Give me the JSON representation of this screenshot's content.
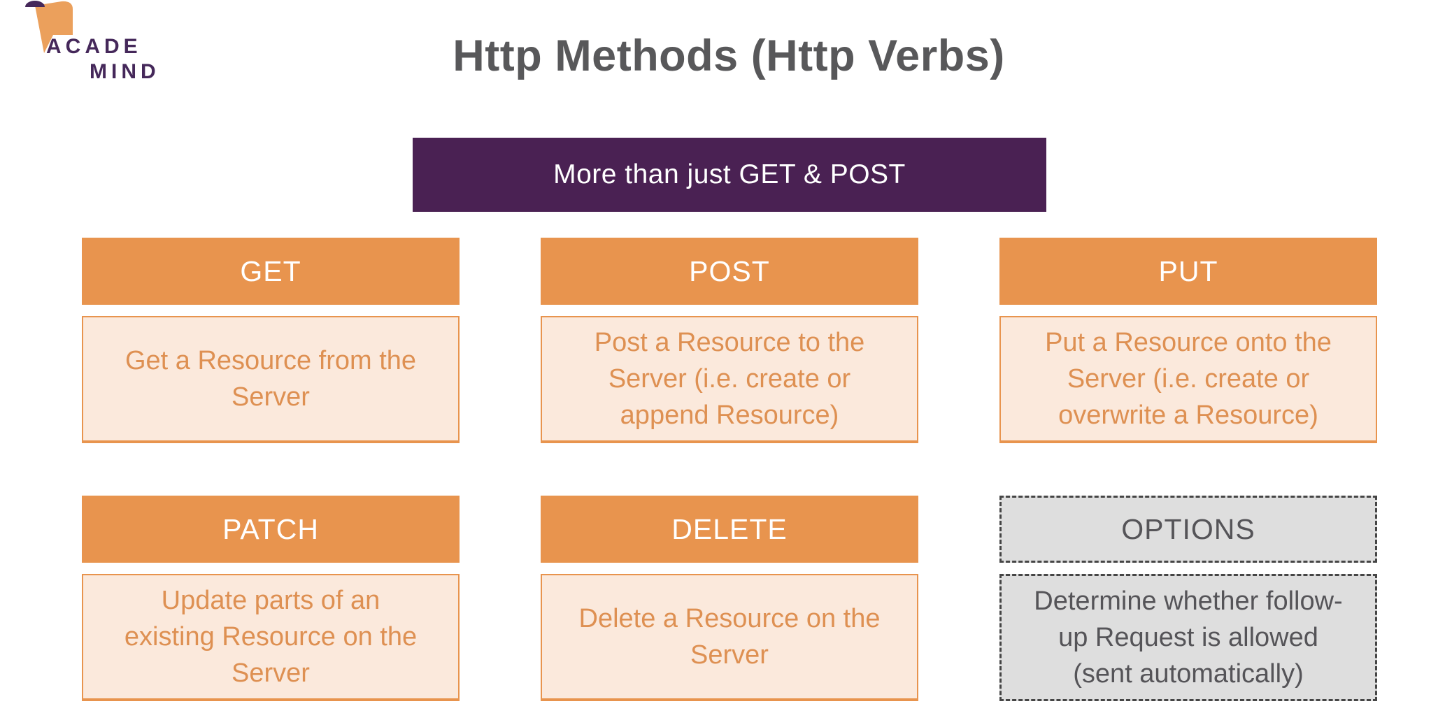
{
  "logo": {
    "line1": "ACADE",
    "line2": "MIND"
  },
  "title": "Http Methods (Http Verbs)",
  "banner": "More than just GET & POST",
  "cards": [
    {
      "method": "GET",
      "description": "Get a Resource from the Server"
    },
    {
      "method": "POST",
      "description": "Post a Resource to the Server (i.e. create or append  Resource)"
    },
    {
      "method": "PUT",
      "description": "Put a Resource onto the Server (i.e. create or overwrite a  Resource)"
    },
    {
      "method": "PATCH",
      "description": "Update parts of an existing Resource on the Server"
    },
    {
      "method": "DELETE",
      "description": "Delete a Resource on the Server"
    },
    {
      "method": "OPTIONS",
      "description": "Determine whether follow-up Request is allowed (sent automatically)"
    }
  ],
  "colors": {
    "orange": "#E8944E",
    "orange_light": "#FBE9DC",
    "orange_text": "#DE9052",
    "purple": "#4A2153",
    "title_gray": "#58585A",
    "gray_fill": "#DEDEDE",
    "gray_border": "#454545",
    "gray_text": "#555458",
    "logo_orange": "#EBA05C",
    "logo_purple": "#45285A"
  }
}
